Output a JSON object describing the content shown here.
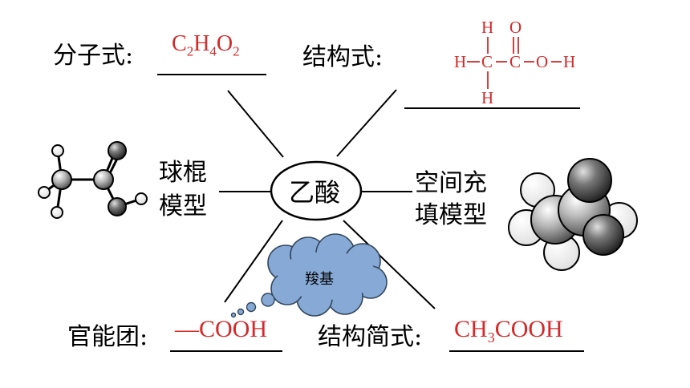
{
  "center": {
    "label": "乙酸"
  },
  "molecular_formula": {
    "label": "分子式:",
    "parts": [
      "C",
      "2",
      "H",
      "4",
      "O",
      "2"
    ]
  },
  "structural_formula": {
    "label": "结构式:",
    "atoms": {
      "h": "H",
      "c": "C",
      "o": "O"
    }
  },
  "ball_stick": {
    "line1": "球棍",
    "line2": "模型"
  },
  "space_filling": {
    "line1": "空间充",
    "line2": "填模型"
  },
  "functional_group": {
    "label": "官能团:",
    "value": "—COOH",
    "cloud_label": "羧基"
  },
  "condensed_formula": {
    "label": "结构简式:",
    "parts": [
      "CH",
      "3",
      "COOH"
    ]
  },
  "colors": {
    "answer": "#d42a2a",
    "cloud_fill": "#86a9d6",
    "cloud_stroke": "#33475e",
    "atom_gray": "#8a8a8a"
  }
}
